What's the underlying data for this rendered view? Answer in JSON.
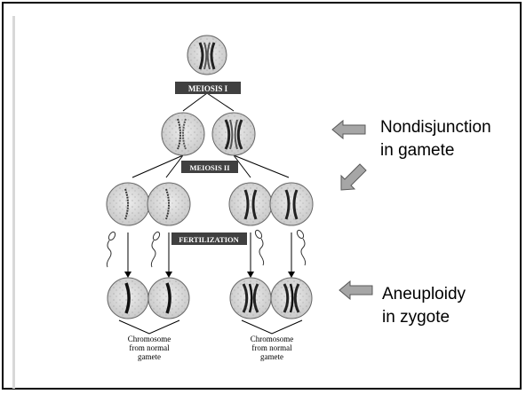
{
  "diagram": {
    "stage_labels": {
      "meiosis_1": "MEIOSIS I",
      "meiosis_2": "MEIOSIS II",
      "fertilization": "FERTILIZATION"
    },
    "captions": {
      "left_line1": "Chromosome",
      "left_line2": "from normal",
      "left_line3": "gamete",
      "right_line1": "Chromosome",
      "right_line2": "from normal",
      "right_line3": "gamete"
    }
  },
  "callouts": {
    "nondisjunction_line1": "Nondisjunction",
    "nondisjunction_line2": "in gamete",
    "aneuploidy_line1": "Aneuploidy",
    "aneuploidy_line2": "in zygote"
  },
  "colors": {
    "cell_fill": "#d9d9d9",
    "label_box": "#404040",
    "arrow_fill": "#a6a6a6"
  },
  "icons": [
    "block-arrow-left-icon",
    "block-arrow-down-left-icon",
    "sperm-icon"
  ]
}
